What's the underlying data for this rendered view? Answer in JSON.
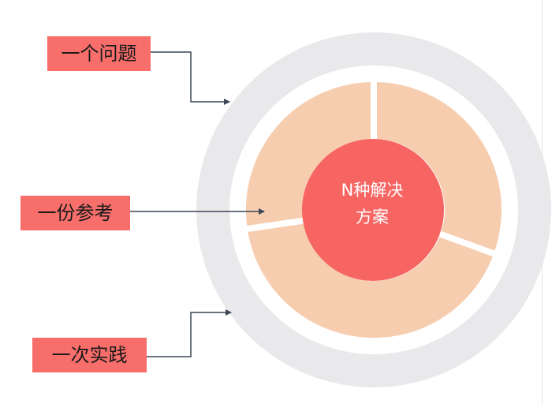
{
  "labels": {
    "question": "一个问题",
    "reference": "一份参考",
    "practice": "一次实践"
  },
  "center": {
    "line1": "N种解决",
    "line2": "方案"
  },
  "colors": {
    "outer_ring": "#e9e9ec",
    "ring_gap": "#ffffff",
    "segment": "#f7cdb0",
    "center_fill": "#f76563",
    "label_fill": "#f76e6b",
    "connector": "#3c4655"
  }
}
